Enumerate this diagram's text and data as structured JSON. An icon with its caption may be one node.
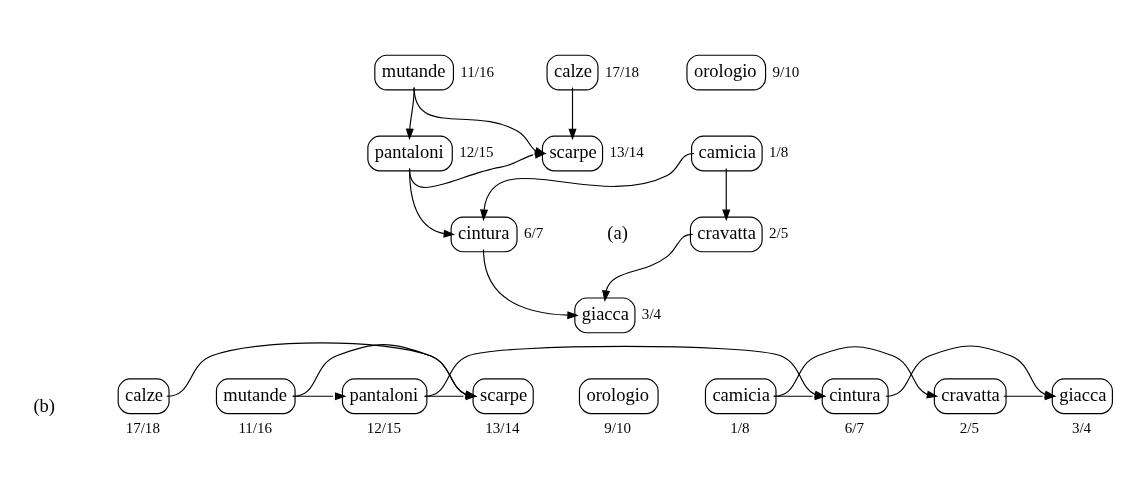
{
  "diagram": {
    "nodes": [
      {
        "text": [
          "mutande"
        ],
        "beside": [
          "11/16"
        ]
      },
      {
        "text": [
          "calze"
        ],
        "beside": [
          "17/18"
        ]
      },
      {
        "text": [
          "orologio"
        ],
        "beside": [
          "9/10"
        ]
      },
      {
        "text": [
          "pantaloni"
        ],
        "beside": [
          "12/15"
        ]
      },
      {
        "text": [
          "scarpe"
        ],
        "beside": [
          "13/14"
        ]
      },
      {
        "text": [
          "camicia"
        ],
        "beside": [
          "1/8"
        ]
      },
      {
        "text": [
          "cintura"
        ],
        "beside": [
          "6/7"
        ]
      },
      {
        "text": [
          "cravatta"
        ],
        "beside": [
          "2/5"
        ]
      },
      {
        "text": [
          "giacca"
        ],
        "beside": [
          "3/4"
        ]
      },
      {
        "text": [
          "calze"
        ],
        "beside": [
          "17/18"
        ]
      },
      {
        "text": [
          "mutande"
        ],
        "beside": [
          "11/16"
        ]
      },
      {
        "text": [
          "pantaloni"
        ],
        "beside": [
          "12/15"
        ]
      },
      {
        "text": [
          "scarpe"
        ],
        "beside": [
          "13/14"
        ]
      },
      {
        "text": [
          "orologio"
        ],
        "beside": [
          "9/10"
        ]
      },
      {
        "text": [
          "camicia"
        ],
        "beside": [
          "1/8"
        ]
      },
      {
        "text": [
          "cintura"
        ],
        "beside": [
          "6/7"
        ]
      },
      {
        "text": [
          "cravatta"
        ],
        "beside": [
          "2/5"
        ]
      },
      {
        "text": [
          "giacca"
        ],
        "beside": [
          "3/4"
        ]
      }
    ],
    "edges": [
      {
        "from": 0,
        "to": 3,
        "arrow": "to"
      },
      {
        "from": 0,
        "to": 4,
        "arrow": "to"
      },
      {
        "from": 1,
        "to": 4,
        "arrow": "to"
      },
      {
        "from": 3,
        "to": 4,
        "arrow": "to"
      },
      {
        "from": 3,
        "to": 6,
        "arrow": "to"
      },
      {
        "from": 5,
        "to": 6,
        "arrow": "to"
      },
      {
        "from": 5,
        "to": 7,
        "arrow": "to"
      },
      {
        "from": 6,
        "to": 8,
        "arrow": "to"
      },
      {
        "from": 7,
        "to": 8,
        "arrow": "to"
      },
      {
        "from": 9,
        "to": 12,
        "arrow": "to"
      },
      {
        "from": 10,
        "to": 11,
        "arrow": "to"
      },
      {
        "from": 10,
        "to": 12,
        "arrow": "to"
      },
      {
        "from": 11,
        "to": 12,
        "arrow": "to"
      },
      {
        "from": 11,
        "to": 15,
        "arrow": "to"
      },
      {
        "from": 14,
        "to": 15,
        "arrow": "to"
      },
      {
        "from": 14,
        "to": 16,
        "arrow": "to"
      },
      {
        "from": 15,
        "to": 17,
        "arrow": "to"
      },
      {
        "from": 16,
        "to": 17,
        "arrow": "to"
      }
    ],
    "labels": [
      "(a)",
      "(b)"
    ]
  }
}
